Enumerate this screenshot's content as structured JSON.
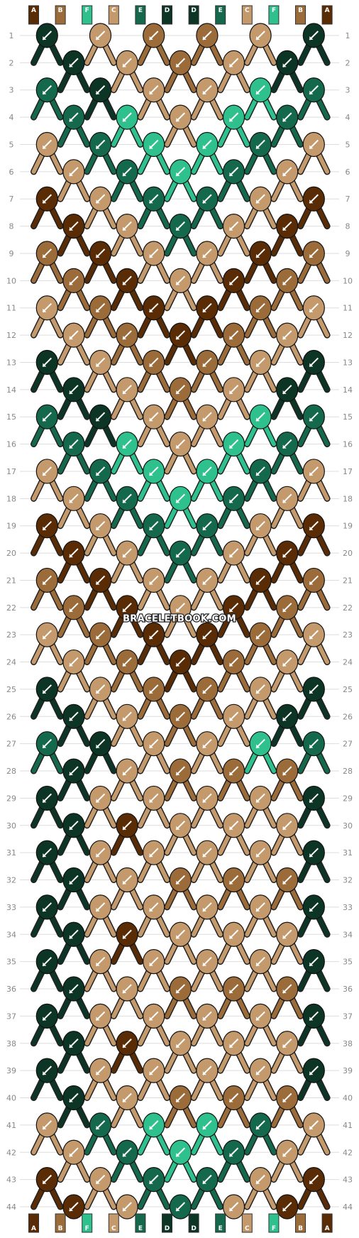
{
  "colors": {
    "A": "#5a2c05",
    "B": "#9b6b3a",
    "C": "#c49a6c",
    "D": "#0c3526",
    "E": "#14684b",
    "F": "#2ec18e"
  },
  "start_strings": [
    "A",
    "B",
    "F",
    "C",
    "E",
    "D",
    "D",
    "E",
    "C",
    "F",
    "B",
    "A"
  ],
  "end_strings": [
    "A",
    "B",
    "F",
    "C",
    "E",
    "D",
    "D",
    "E",
    "C",
    "F",
    "B",
    "A"
  ],
  "row_count": 44,
  "watermark": "BRACELETBOOK.COM",
  "row_numbers_left": true,
  "row_numbers_right": true
}
